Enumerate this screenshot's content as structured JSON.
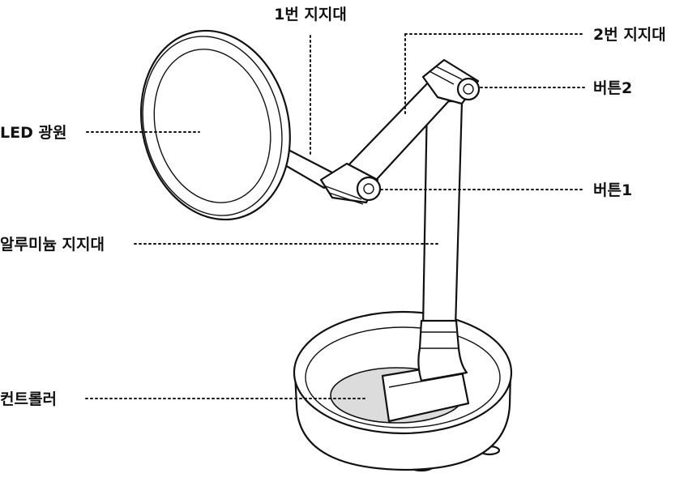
{
  "labels": {
    "support1": "1번 지지대",
    "support2": "2번 지지대",
    "button2": "버튼2",
    "led": "LED 광원",
    "button1": "버튼1",
    "aluminum_support": "알루미늄 지지대",
    "controller": "컨트롤러"
  },
  "colors": {
    "ink": "#111111",
    "background": "#ffffff",
    "shade": "#dcdcdc"
  }
}
